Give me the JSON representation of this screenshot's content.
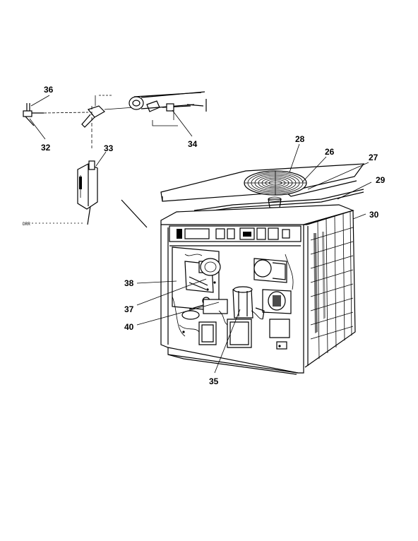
{
  "diagram": {
    "callouts": {
      "c26": "26",
      "c27": "27",
      "c28": "28",
      "c29": "29",
      "c30": "30",
      "c32": "32",
      "c33": "33",
      "c34": "34",
      "c35": "35",
      "c36": "36",
      "c37": "37",
      "c38": "38",
      "c40": "40"
    },
    "small_print": "DRR"
  }
}
